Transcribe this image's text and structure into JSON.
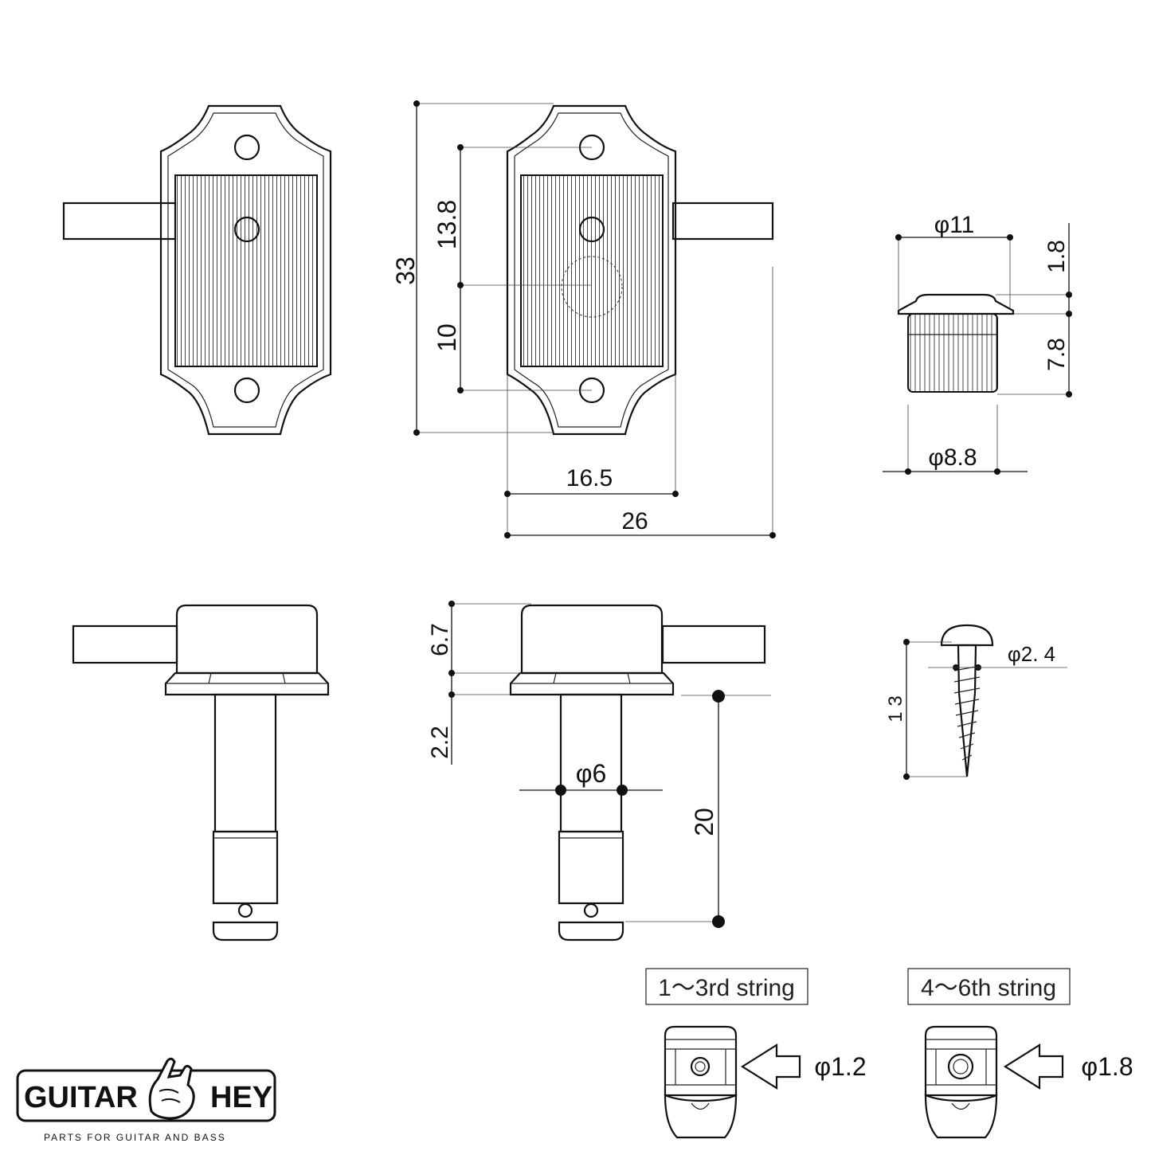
{
  "dimensions": {
    "height_33": "33",
    "hole_13_8": "13.8",
    "hole_10": "10",
    "width_16_5": "16.5",
    "width_26": "26",
    "bushing_dia_11": "φ11",
    "bushing_1_8": "1.8",
    "bushing_7_8": "7.8",
    "bushing_dia_8_8": "φ8.8",
    "side_6_7": "6.7",
    "side_2_2": "2.2",
    "post_dia_6": "φ6",
    "post_20": "20",
    "screw_dia": "φ2. 4",
    "screw_len": "1 3"
  },
  "string_labels": {
    "treble": "1〜3rd string",
    "bass": "4〜6th string"
  },
  "hole_sizes": {
    "treble": "φ1.2",
    "bass": "φ1.8"
  },
  "logo": {
    "left_word": "GUITAR",
    "right_word": "HEY",
    "tagline": "PARTS FOR GUITAR AND BASS",
    "hand_icon": "rock-hand-icon"
  }
}
